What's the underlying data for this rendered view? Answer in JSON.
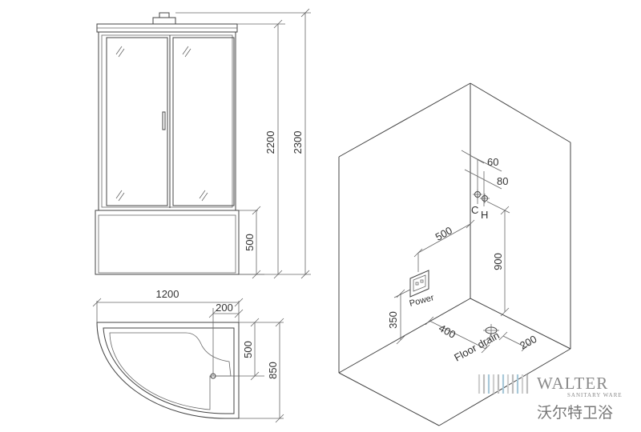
{
  "front_view": {
    "height_cabin": "2200",
    "height_total": "2300",
    "height_base": "500"
  },
  "top_view": {
    "width": "1200",
    "drain_offset": "200",
    "drain_depth": "500",
    "depth": "850"
  },
  "room_view": {
    "spacing_a": "60",
    "spacing_b": "80",
    "label_c": "C",
    "label_h": "H",
    "wire_run": "500",
    "valve_height": "900",
    "power_height": "350",
    "power_label": "Power",
    "drain_from_wall": "400",
    "drain_side": "200",
    "drain_label": "Floor drain"
  },
  "logo": {
    "name": "WALTER",
    "tagline": "SANITARY WARE",
    "chinese": "沃尔特卫浴"
  }
}
